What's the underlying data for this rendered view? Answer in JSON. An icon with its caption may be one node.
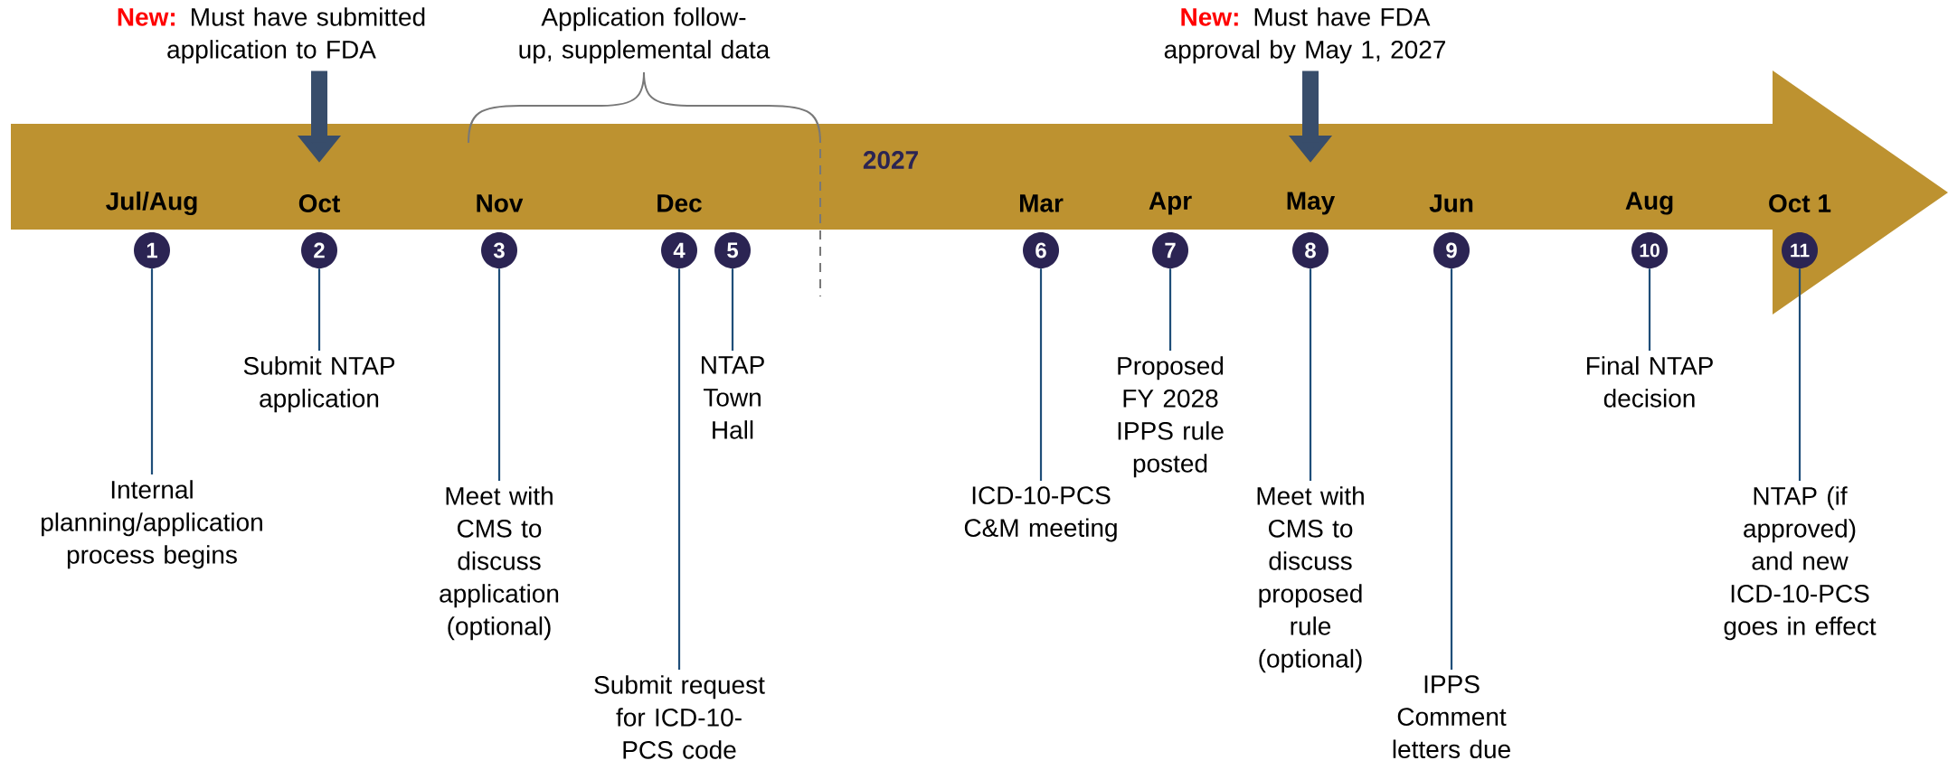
{
  "diagram": {
    "nodes": [
      {
        "text": [
          "New:",
          "Must have submitted application to FDA"
        ]
      },
      {
        "text": [
          "New:",
          "Must have FDA approval by May 1, 2027"
        ]
      },
      {
        "text": [
          "1"
        ]
      },
      {
        "text": [
          "2"
        ]
      },
      {
        "text": [
          "3"
        ]
      },
      {
        "text": [
          "4"
        ]
      },
      {
        "text": [
          "5"
        ]
      },
      {
        "text": [
          "6"
        ]
      },
      {
        "text": [
          "7"
        ]
      },
      {
        "text": [
          "8"
        ]
      },
      {
        "text": [
          "9"
        ]
      },
      {
        "text": [
          "10"
        ]
      },
      {
        "text": [
          "11"
        ]
      },
      {
        "text": [
          "Internal planning/application process begins"
        ]
      },
      {
        "text": [
          "Submit NTAP application"
        ]
      },
      {
        "text": [
          "Meet with CMS to discuss application (optional)"
        ]
      },
      {
        "text": [
          "Submit request for ICD-10-PCS code"
        ]
      },
      {
        "text": [
          "NTAP Town Hall"
        ]
      },
      {
        "text": [
          "ICD-10-PCS C&M meeting"
        ]
      },
      {
        "text": [
          "Proposed FY 2028 IPPS rule posted"
        ]
      },
      {
        "text": [
          "Meet with CMS to discuss proposed rule (optional)"
        ]
      },
      {
        "text": [
          "IPPS Comment letters due"
        ]
      },
      {
        "text": [
          "Final NTAP decision"
        ]
      },
      {
        "text": [
          "NTAP (if approved) and new ICD-10-PCS goes in effect"
        ]
      }
    ],
    "edges": [
      {
        "from": 0,
        "to": null,
        "arrow": "to",
        "style": "thick",
        "color": "#384d6b"
      },
      {
        "from": 1,
        "to": null,
        "arrow": "to",
        "style": "thick",
        "color": "#384d6b"
      },
      {
        "from": 2,
        "to": 13,
        "arrow": "none"
      },
      {
        "from": 3,
        "to": 14,
        "arrow": "none"
      },
      {
        "from": 4,
        "to": 15,
        "arrow": "none"
      },
      {
        "from": 5,
        "to": 16,
        "arrow": "none"
      },
      {
        "from": 6,
        "to": 17,
        "arrow": "none"
      },
      {
        "from": 7,
        "to": 18,
        "arrow": "none"
      },
      {
        "from": 8,
        "to": 19,
        "arrow": "none"
      },
      {
        "from": 9,
        "to": 20,
        "arrow": "none"
      },
      {
        "from": 10,
        "to": 21,
        "arrow": "none"
      },
      {
        "from": 11,
        "to": 22,
        "arrow": "none"
      },
      {
        "from": 12,
        "to": 23,
        "arrow": "none"
      }
    ],
    "labels": [
      "Application follow-up, supplemental data",
      "2027",
      "Jul/Aug",
      "Oct",
      "Nov",
      "Dec",
      "Mar",
      "Apr",
      "May",
      "Jun",
      "Aug",
      "Oct 1"
    ]
  }
}
